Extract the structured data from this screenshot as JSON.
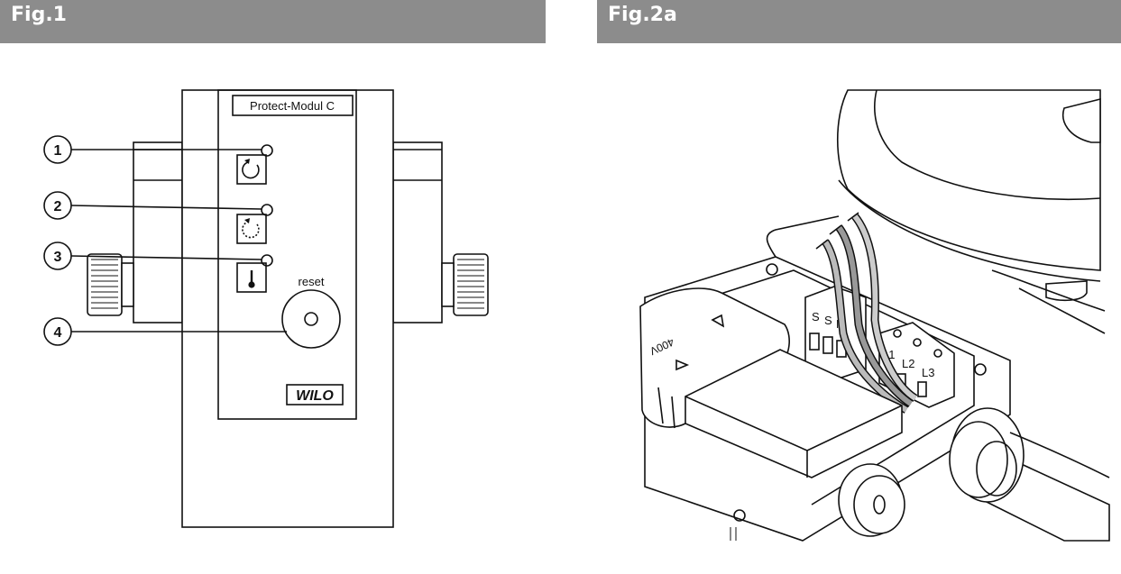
{
  "fig1": {
    "title": "Fig.1",
    "module_label": "Protect-Modul C",
    "reset_label": "reset",
    "brand": "WILO",
    "callouts": [
      "1",
      "2",
      "3",
      "4"
    ]
  },
  "fig2a": {
    "title": "Fig.2a",
    "terminal_left": [
      "S",
      "S",
      "M"
    ],
    "terminal_right": [
      "L1",
      "L2",
      "L3"
    ],
    "cover_text": "400V"
  },
  "colors": {
    "header_bg": "#8c8c8c",
    "header_text": "#ffffff",
    "line": "#111111"
  }
}
